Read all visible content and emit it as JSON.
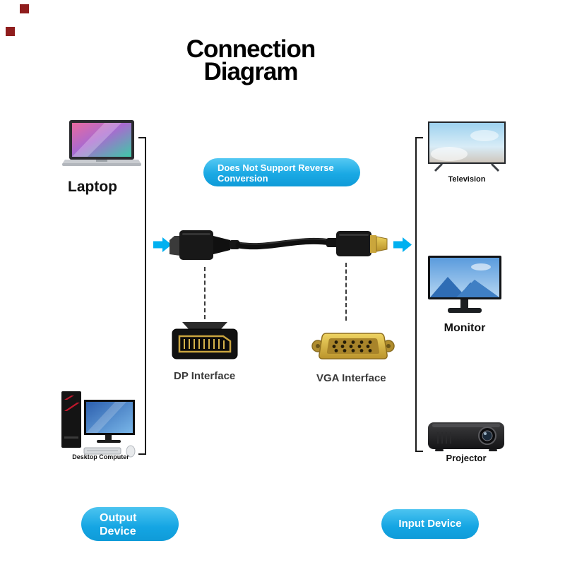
{
  "title": {
    "line1": "Connection",
    "line2": "Diagram"
  },
  "banner": {
    "line1": "Does Not Support Reverse",
    "line2": "Conversion"
  },
  "left_column": {
    "laptop_label": "Laptop",
    "desktop_label": "Desktop Computer",
    "pill_line1": "Output",
    "pill_line2": "Device"
  },
  "center": {
    "dp_label": "DP Interface",
    "vga_label": "VGA Interface"
  },
  "right_column": {
    "television_label": "Television",
    "monitor_label": "Monitor",
    "projector_label": "Projector",
    "pill_label": "Input Device"
  },
  "icons": [
    "laptop-icon",
    "desktop-computer-icon",
    "television-icon",
    "monitor-icon",
    "projector-icon",
    "dp-vga-cable-icon",
    "dp-connector-icon",
    "vga-connector-icon",
    "arrow-right-icon"
  ],
  "colors": {
    "accent_cyan": "#00b0f0",
    "pill_gradient_top": "#4cc4f0",
    "pill_gradient_bottom": "#0f9bd8",
    "marker_red": "#8f1d1d",
    "line_black": "#1a1a1a",
    "gold": "#caa63c"
  }
}
